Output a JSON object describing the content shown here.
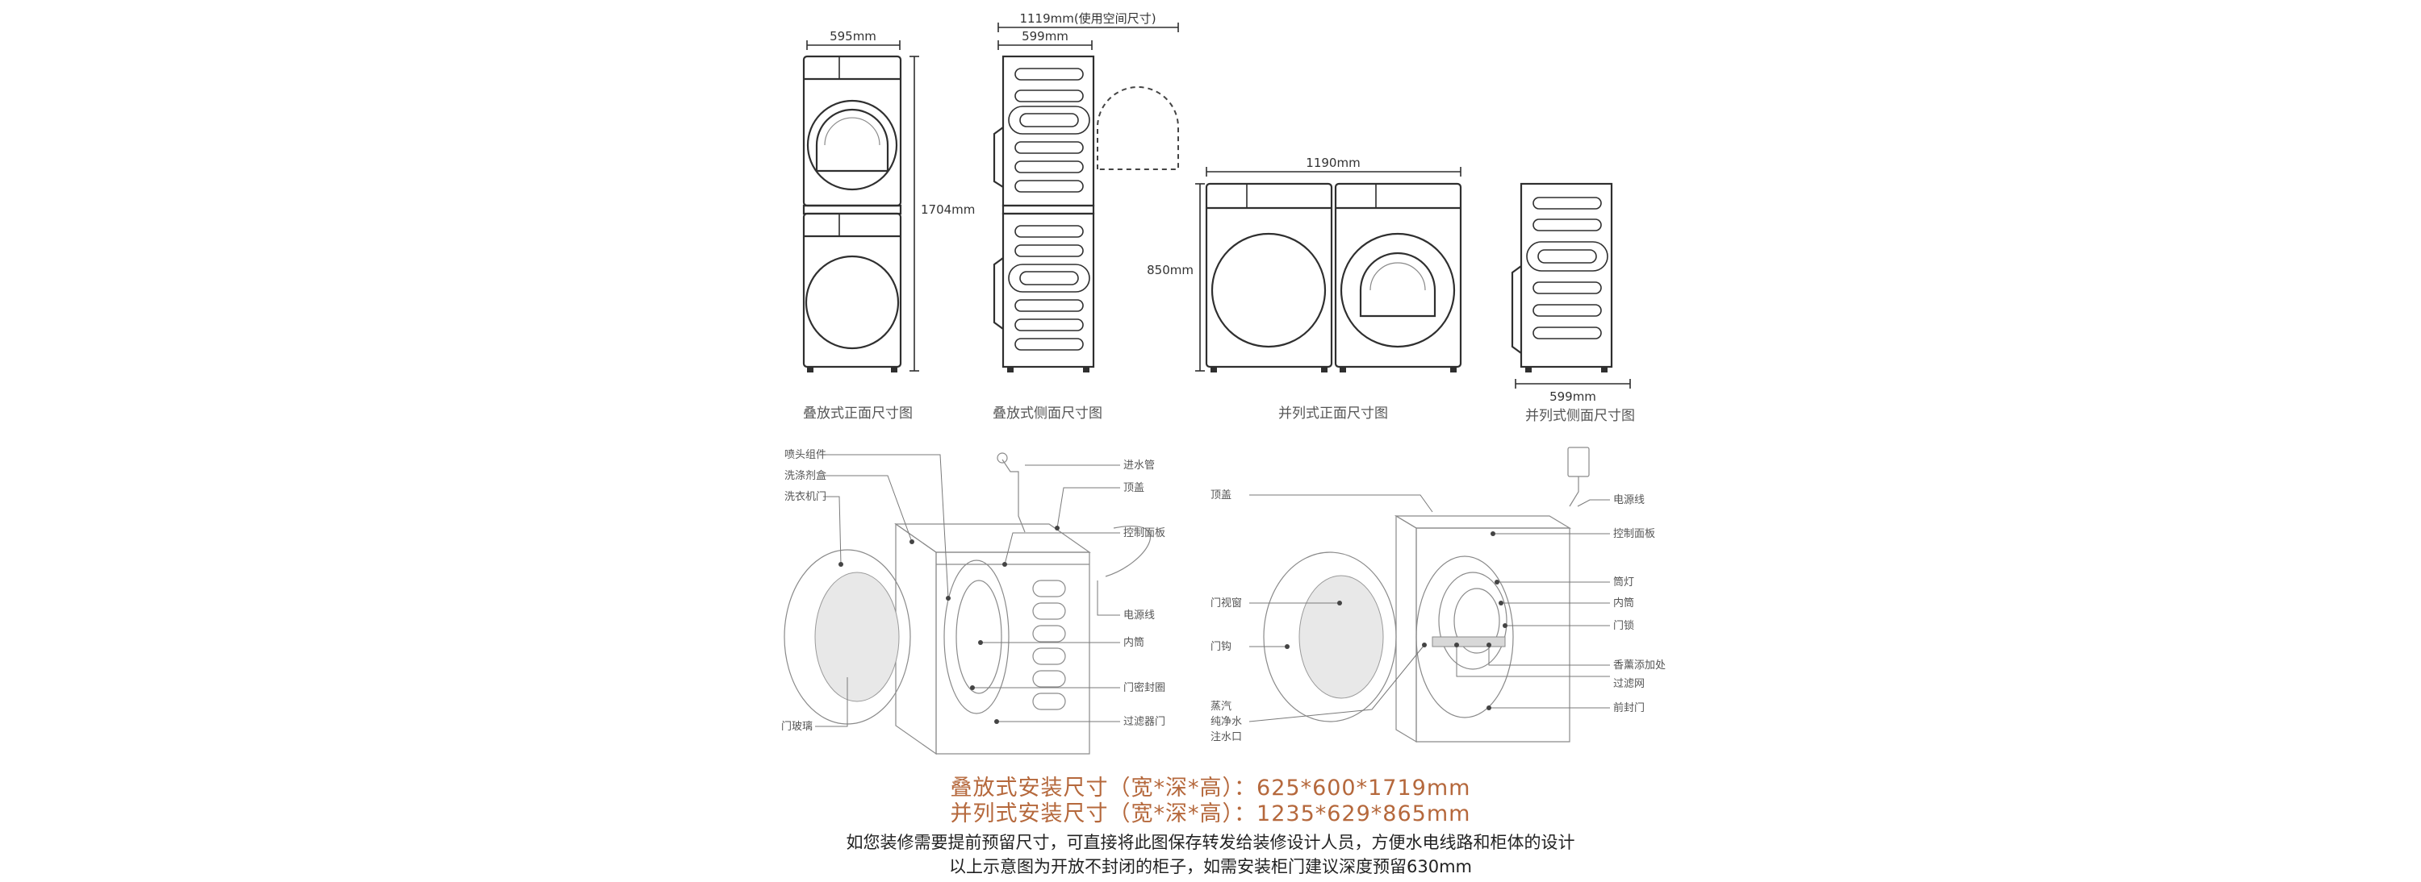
{
  "colors": {
    "accent": "#b5683c",
    "line": "#2f2f2f"
  },
  "dimensions": {
    "stack_width": "595mm",
    "stack_height": "1704mm",
    "side_space": "1119mm(使用空间尺寸)",
    "side_depth": "599mm",
    "pair_width": "1190mm",
    "pair_height": "850mm",
    "pair_side_depth": "599mm"
  },
  "captions": {
    "stack_front": "叠放式正面尺寸图",
    "stack_side": "叠放式侧面尺寸图",
    "pair_front": "并列式正面尺寸图",
    "pair_side": "并列式侧面尺寸图"
  },
  "washer_labels": {
    "nozzle": "喷头组件",
    "detergent": "洗涤剂盒",
    "door": "洗衣机门",
    "inlet": "进水管",
    "top": "顶盖",
    "panel": "控制面板",
    "power": "电源线",
    "drum": "内筒",
    "seal": "门密封圈",
    "filter_door": "过滤器门",
    "glass": "门玻璃"
  },
  "dryer_labels": {
    "top": "顶盖",
    "power": "电源线",
    "panel": "控制面板",
    "window": "门视窗",
    "hook": "门钩",
    "light": "筒灯",
    "drum": "内筒",
    "lock": "门锁",
    "steam": "蒸汽",
    "pure": "纯净水",
    "inlet": "注水口",
    "fragrance": "香薰添加处",
    "filter": "过滤网",
    "front_door": "前封门"
  },
  "footer": {
    "stack_spec": "叠放式安装尺寸（宽*深*高）：625*600*1719mm",
    "pair_spec": "并列式安装尺寸（宽*深*高）：1235*629*865mm",
    "note_line1": "如您装修需要提前预留尺寸，可直接将此图保存转发给装修设计人员，方便水电线路和柜体的设计",
    "note_line2": "以上示意图为开放不封闭的柜子，如需安装柜门建议深度预留630mm"
  }
}
